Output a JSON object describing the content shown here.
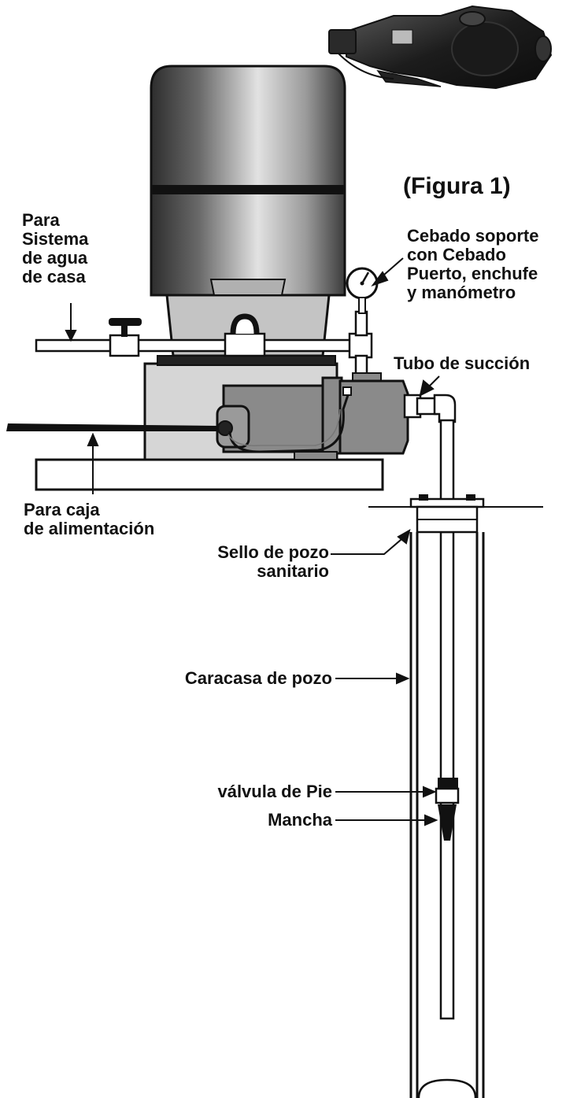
{
  "figure_title": "(Figura 1)",
  "labels": {
    "house_water_line1": "Para",
    "house_water_line2": "Sistema",
    "house_water_line3": "de agua",
    "house_water_line4": "de casa",
    "priming_line1": "Cebado soporte",
    "priming_line2": "con Cebado",
    "priming_line3": "Puerto, enchufe",
    "priming_line4": "y manómetro",
    "suction_pipe": "Tubo de succión",
    "power_box_line1": "Para caja",
    "power_box_line2": "de alimentación",
    "well_seal_line1": "Sello de pozo",
    "well_seal_line2": "sanitario",
    "well_casing": "Caracasa de pozo",
    "foot_valve": "válvula de Pie",
    "strainer": "Mancha"
  },
  "colors": {
    "outline": "#111111",
    "pump_body": "#8a8a8a",
    "base_box": "#d6d6d6",
    "tank_dark": "#3a3a3a",
    "tank_light": "#d9d9d9"
  }
}
